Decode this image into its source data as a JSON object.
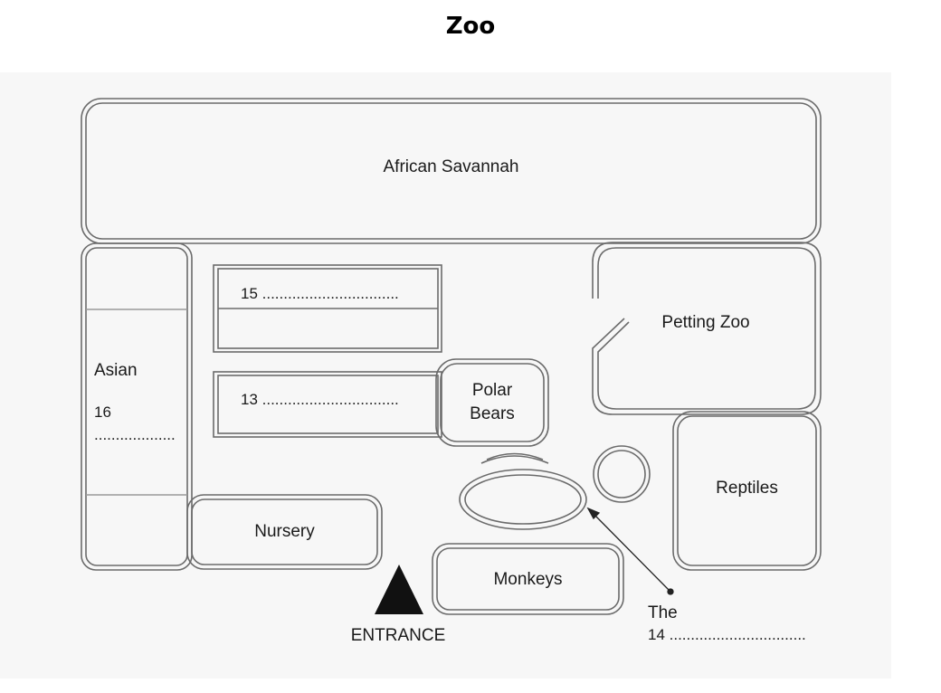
{
  "title": "Zoo",
  "areas": {
    "african_savannah": "African Savannah",
    "asian": "Asian",
    "asian_blank": "16 ...................",
    "blank_15": "15 ................................",
    "blank_13": "13 ................................",
    "polar_bears_line1": "Polar",
    "polar_bears_line2": "Bears",
    "petting_zoo": "Petting Zoo",
    "reptiles": "Reptiles",
    "nursery": "Nursery",
    "monkeys": "Monkeys",
    "entrance": "ENTRANCE",
    "pointer_line1": "The",
    "pointer_line2": "14 ................................"
  },
  "colors": {
    "outline": "#6b6b6b",
    "text": "#1a1a1a",
    "entrance_marker": "#111111",
    "background": "#f7f7f7"
  }
}
